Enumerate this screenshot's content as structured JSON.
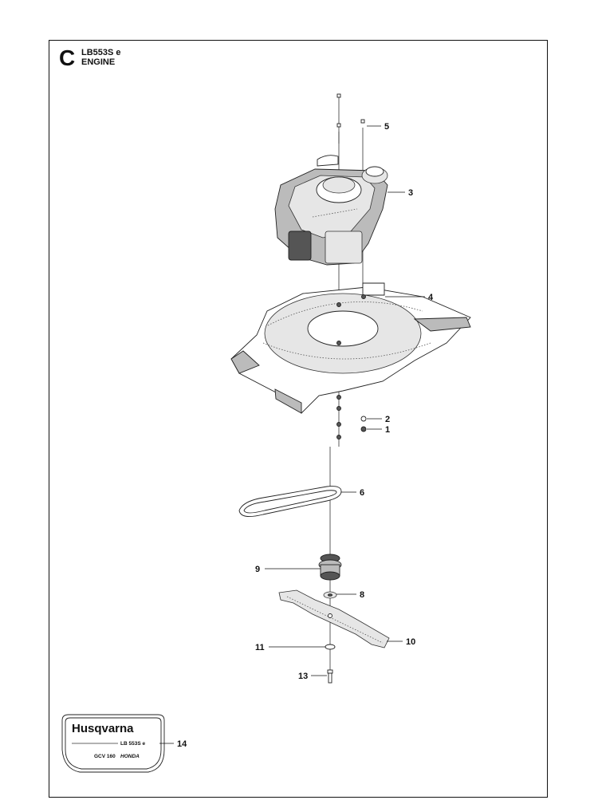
{
  "header": {
    "section_letter": "C",
    "model": "LB553S e",
    "title": "ENGINE"
  },
  "callouts": [
    "1",
    "2",
    "3",
    "4",
    "5",
    "6",
    "8",
    "9",
    "10",
    "11",
    "13",
    "14"
  ],
  "decal": {
    "brand": "Husqvarna",
    "model": "LB 553S e",
    "engine": "GCV 160",
    "engine_brand": "HONDA"
  }
}
